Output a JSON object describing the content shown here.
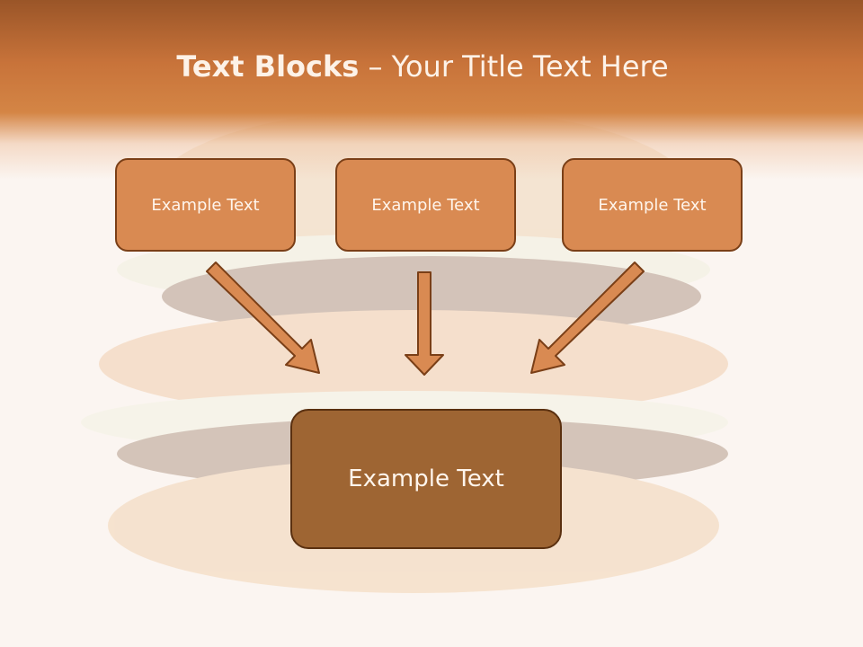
{
  "title": {
    "bold": "Text Blocks",
    "rest": " – Your Title Text Here"
  },
  "blocks": {
    "left": "Example Text",
    "middle": "Example Text",
    "right": "Example Text",
    "bottom": "Example Text"
  },
  "colors": {
    "header": "#c8733a",
    "box_fill": "#d98a52",
    "box_border": "#7a3f17",
    "bottom_box_fill": "#9e6533",
    "arrow_fill": "#d98a52",
    "background": "#fbf5f1"
  },
  "background_image": "burger-photo"
}
